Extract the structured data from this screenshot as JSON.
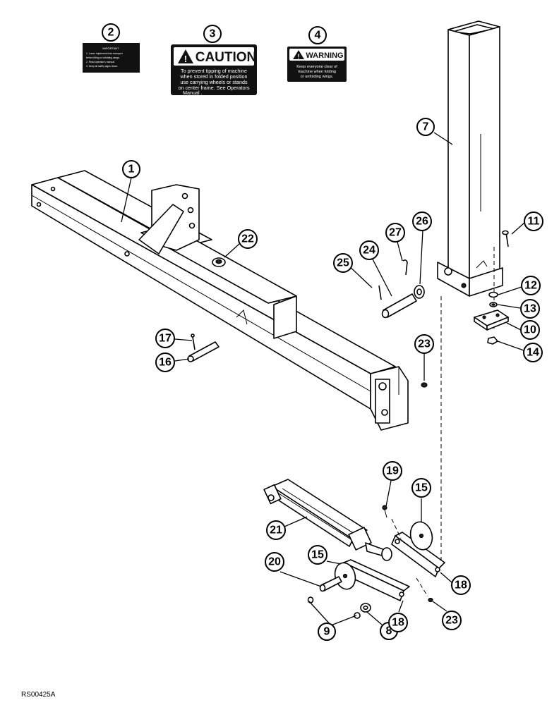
{
  "decals": {
    "important": {
      "title": "IMPORTANT",
      "lines": [
        "1. Lower implement from transport",
        "before lifting or unfolding wings.",
        "2. Read operator's manual.",
        "3. Keep all safety signs clean."
      ]
    },
    "caution": {
      "title": "CAUTION",
      "lines": [
        "To prevent tipping of machine",
        "when stored in folded position",
        "use carrying wheels or stands",
        "on center frame. See Operators",
        "Manual ."
      ]
    },
    "warning": {
      "title": "WARNING",
      "lines": [
        "Keep everyone clear of",
        "machine when folding",
        "or unfolding wings."
      ]
    }
  },
  "callouts": [
    "1",
    "2",
    "3",
    "4",
    "7",
    "8",
    "9",
    "10",
    "11",
    "12",
    "13",
    "14",
    "15",
    "15",
    "16",
    "17",
    "18",
    "18",
    "19",
    "20",
    "21",
    "22",
    "23",
    "23",
    "24",
    "25",
    "26",
    "27"
  ],
  "figure_id": "RS00425A",
  "colors": {
    "ink": "#000000",
    "paper": "#ffffff"
  }
}
